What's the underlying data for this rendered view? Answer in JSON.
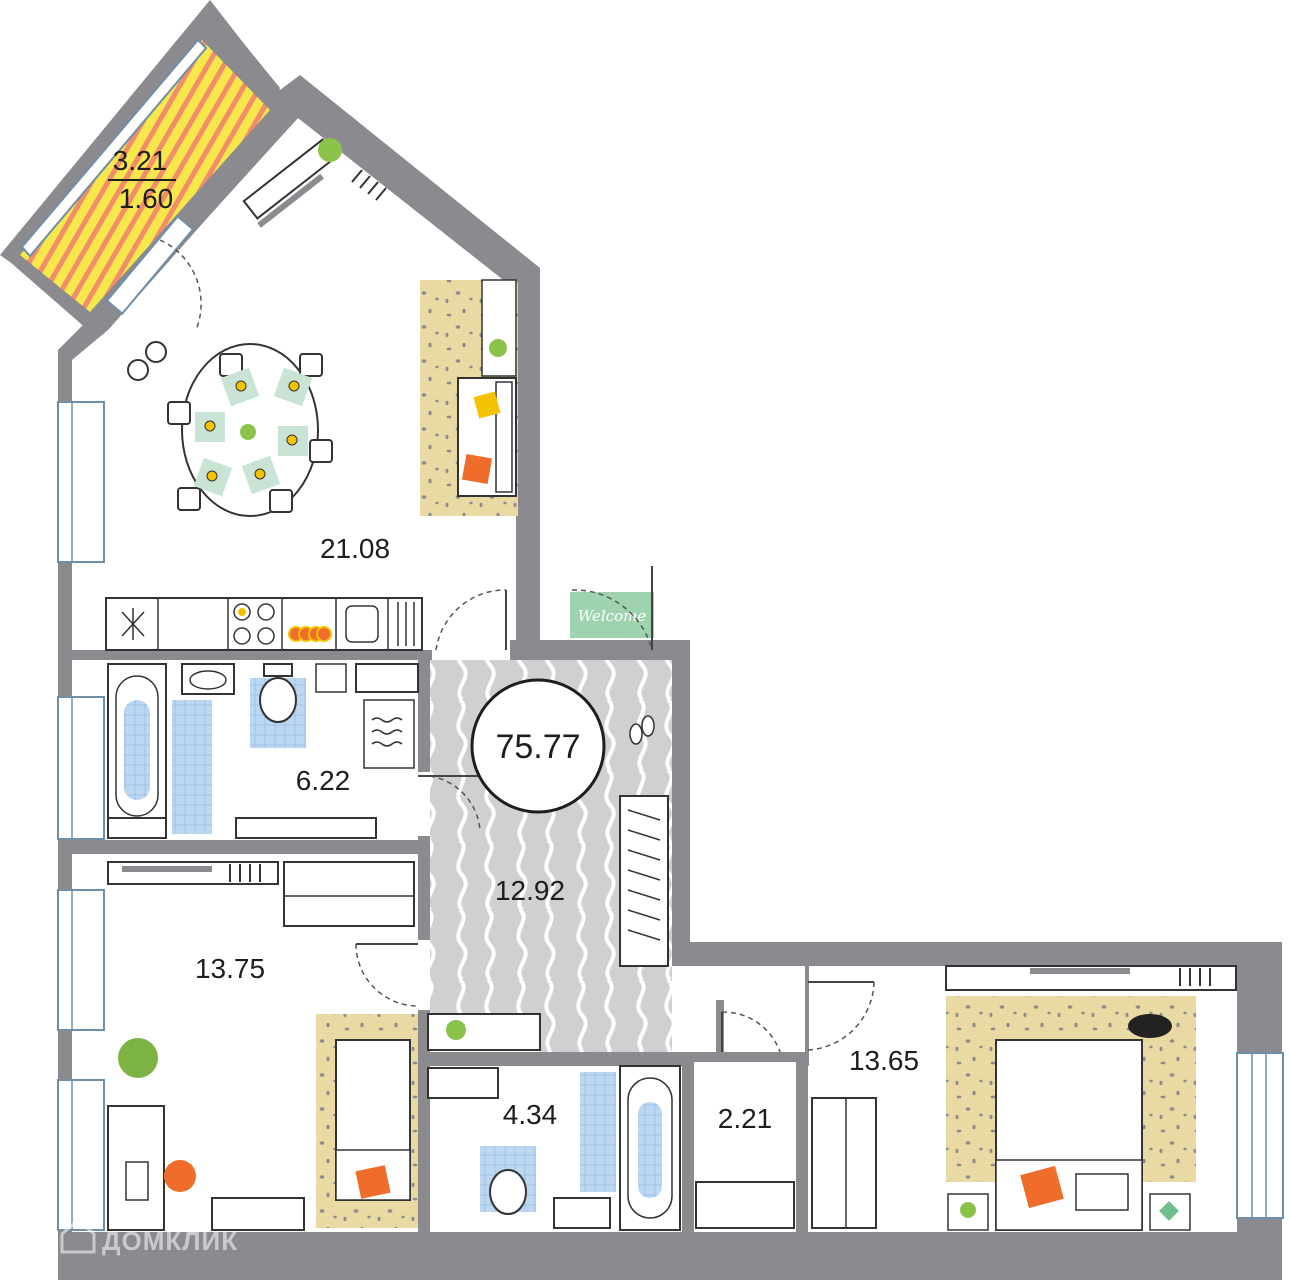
{
  "plan": {
    "total_area": "75.77",
    "rooms": {
      "balcony_area": "3.21",
      "balcony_reduced": "1.60",
      "living_kitchen": "21.08",
      "bathroom_main": "6.22",
      "hallway": "12.92",
      "bedroom_left": "13.75",
      "bathroom_small": "4.34",
      "closet": "2.21",
      "bedroom_right": "13.65"
    },
    "door_mat": "Welcome",
    "watermark": "ДОМКЛИК"
  },
  "colors": {
    "wall": "#8a8a8f",
    "floor": "#ffffff",
    "rug": "#e9d9a2",
    "hall_floor": "#d0d0d3",
    "accent_orange": "#ef6c2a",
    "accent_yellow": "#f4c200",
    "accent_green": "#8bc34a",
    "mat_green": "#9fd3b0",
    "tile_blue": "#bcd7f2"
  }
}
